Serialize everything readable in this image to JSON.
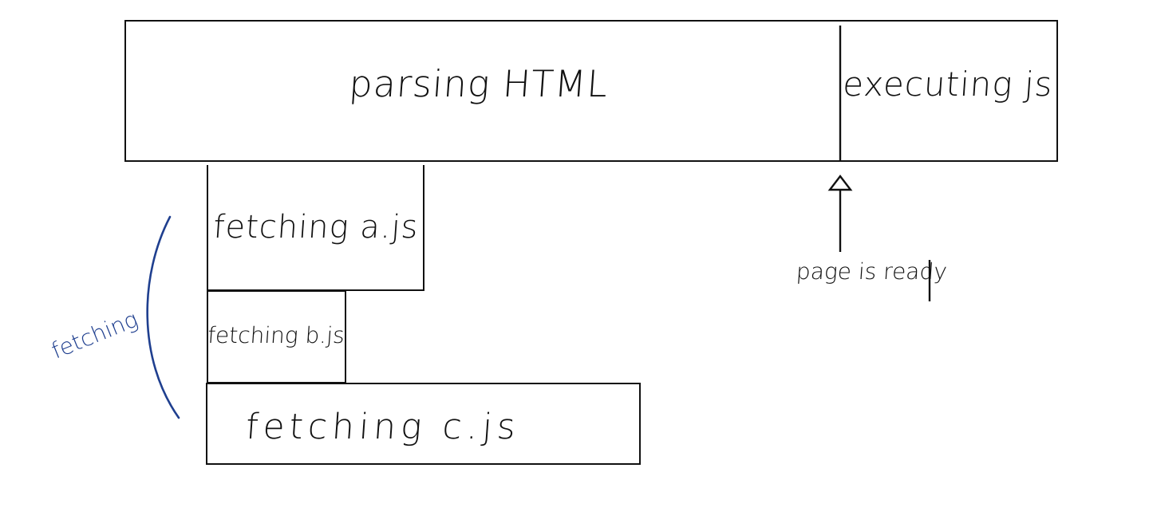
{
  "main_bar": {
    "parsing_label": "parsing HTML",
    "executing_label": "executing js"
  },
  "fetch_blocks": [
    {
      "label": "fetching a.js"
    },
    {
      "label": "fetching b.js"
    },
    {
      "label": "fetching c.js"
    }
  ],
  "marker": {
    "label": "page is ready"
  },
  "side_note": {
    "line1": "",
    "line2": "fetching"
  },
  "colors": {
    "ink": "#111111",
    "annotation": "#1f3f8f",
    "background": "#ffffff"
  }
}
